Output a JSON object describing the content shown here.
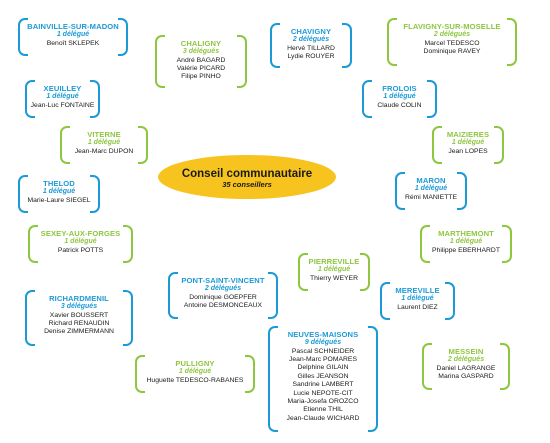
{
  "council": {
    "title": "Conseil communautaire",
    "subtitle": "35 conseillers"
  },
  "communes": [
    {
      "name": "BAINVILLE-SUR-MADON",
      "count": "1 délégué",
      "members": [
        "Benoît SKLEPEK"
      ],
      "color": "blue"
    },
    {
      "name": "CHALIGNY",
      "count": "3 délégués",
      "members": [
        "André BAGARD",
        "Valérie PICARD",
        "Filipe PINHO"
      ],
      "color": "green"
    },
    {
      "name": "CHAVIGNY",
      "count": "2 délégués",
      "members": [
        "Hervé TILLARD",
        "Lydie ROUYER"
      ],
      "color": "blue"
    },
    {
      "name": "FLAVIGNY-SUR-MOSELLE",
      "count": "2 délégués",
      "members": [
        "Marcel TEDESCO",
        "Dominique RAVEY"
      ],
      "color": "green"
    },
    {
      "name": "XEUILLEY",
      "count": "1 délégué",
      "members": [
        "Jean-Luc FONTAINE"
      ],
      "color": "blue"
    },
    {
      "name": "FROLOIS",
      "count": "1 délégué",
      "members": [
        "Claude COLIN"
      ],
      "color": "blue"
    },
    {
      "name": "VITERNE",
      "count": "1 délégué",
      "members": [
        "Jean-Marc DUPON"
      ],
      "color": "green"
    },
    {
      "name": "MAIZIERES",
      "count": "1 délégué",
      "members": [
        "Jean LOPES"
      ],
      "color": "green"
    },
    {
      "name": "THELOD",
      "count": "1 délégué",
      "members": [
        "Marie-Laure SIEGEL"
      ],
      "color": "blue"
    },
    {
      "name": "MARON",
      "count": "1 délégué",
      "members": [
        "Rémi MANIETTE"
      ],
      "color": "blue"
    },
    {
      "name": "SEXEY-AUX-FORGES",
      "count": "1 délégué",
      "members": [
        "Patrick POTTS"
      ],
      "color": "green"
    },
    {
      "name": "MARTHEMONT",
      "count": "1 délégué",
      "members": [
        "Philippe EBERHARDT"
      ],
      "color": "green"
    },
    {
      "name": "PIERREVILLE",
      "count": "1 délégué",
      "members": [
        "Thierry WEYER"
      ],
      "color": "green"
    },
    {
      "name": "PONT-SAINT-VINCENT",
      "count": "2 délégués",
      "members": [
        "Dominique GOEPFER",
        "Antoine DESMONCEAUX"
      ],
      "color": "blue"
    },
    {
      "name": "RICHARDMENIL",
      "count": "3 délégués",
      "members": [
        "Xavier BOUSSERT",
        "Richard RENAUDIN",
        "Denise ZIMMERMANN"
      ],
      "color": "blue"
    },
    {
      "name": "MEREVILLE",
      "count": "1 délégué",
      "members": [
        "Laurent DIEZ"
      ],
      "color": "blue"
    },
    {
      "name": "NEUVES-MAISONS",
      "count": "9 délégués",
      "members": [
        "Pascal SCHNEIDER",
        "Jean-Marc POMARES",
        "Delphine GILAIN",
        "Gilles JEANSON",
        "Sandrine LAMBERT",
        "Lucie NEPOTE-CIT",
        "Maria-Josefa OROZCO",
        "Etienne THIL",
        "Jean-Claude WICHARD"
      ],
      "color": "blue"
    },
    {
      "name": "MESSEIN",
      "count": "2 délégués",
      "members": [
        "Daniel LAGRANGE",
        "Marina GASPARD"
      ],
      "color": "green"
    },
    {
      "name": "PULLIGNY",
      "count": "1 délégué",
      "members": [
        "Huguette TEDESCO-RABANES"
      ],
      "color": "green"
    }
  ]
}
